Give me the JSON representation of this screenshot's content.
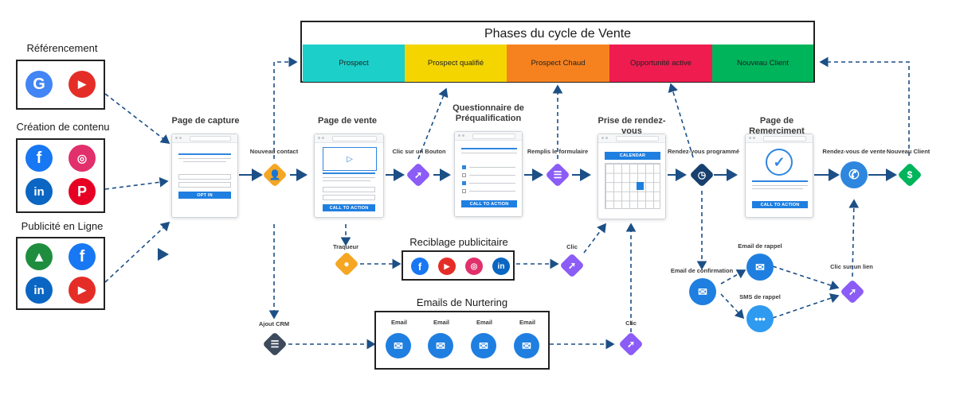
{
  "title": "Phases du cycle de Vente",
  "phases": [
    {
      "label": "Prospect",
      "color": "#1ccfc9"
    },
    {
      "label": "Prospect qualifié",
      "color": "#f4d500"
    },
    {
      "label": "Prospect Chaud",
      "color": "#f6821f"
    },
    {
      "label": "Opportunité active",
      "color": "#ef1c4f"
    },
    {
      "label": "Nouveau Client",
      "color": "#00b45c"
    }
  ],
  "sources": [
    {
      "label": "Référencement",
      "icons": [
        "google-icon",
        "youtube-icon"
      ]
    },
    {
      "label": "Création de contenu",
      "icons": [
        "facebook-icon",
        "instagram-icon",
        "linkedin-icon",
        "pinterest-icon"
      ]
    },
    {
      "label": "Publicité en Ligne",
      "icons": [
        "google-ads-icon",
        "facebook-icon",
        "linkedin-ads-icon",
        "youtube-ads-icon"
      ]
    }
  ],
  "pages": {
    "capture": {
      "label": "Page de capture",
      "button": "OPT IN"
    },
    "vente": {
      "label": "Page de vente",
      "button": "CALL TO ACTION"
    },
    "questionnaire": {
      "label": "Questionnaire de Préqualification",
      "button": "CALL TO ACTION"
    },
    "rdv": {
      "label": "Prise de rendez-vous",
      "header": "CALENDAR"
    },
    "remerciement": {
      "label": "Page de Remerciment",
      "button": "CALL TO ACTION"
    }
  },
  "steps": {
    "nouveau_contact": "Nouveau contact",
    "clic_bouton": "Clic sur un Bouton",
    "remplis_formulaire": "Remplis le formulaire",
    "rdv_programme": "Rendez-vous programmé",
    "rdv_vente": "Rendez-vous de vente",
    "nouveau_client": "Nouveau Client",
    "traqueur": "Traqueur",
    "clic_retarget": "Clic",
    "ajout_crm": "Ajout CRM",
    "clic_email": "Clic",
    "email_confirmation": "Email de confirmation",
    "email_rappel": "Email de rappel",
    "sms_rappel": "SMS de rappel",
    "clic_lien": "Clic sur un lien"
  },
  "retargeting": {
    "label": "Reciblage publicitaire",
    "icons": [
      "facebook-ads-icon",
      "youtube-ads-icon",
      "instagram-ads-icon",
      "linkedin-ads-icon"
    ]
  },
  "nurturing": {
    "label": "Emails de Nurtering",
    "emails": [
      "Email",
      "Email",
      "Email",
      "Email"
    ]
  }
}
